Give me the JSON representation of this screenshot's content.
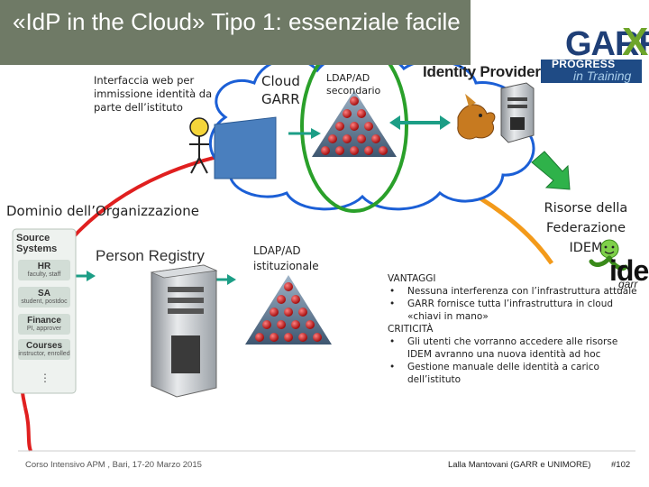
{
  "title": "«IdP in the Cloud» Tipo 1: essenziale facile",
  "labels": {
    "intro": "Interfaccia web per immissione identità da parte dell’istituto",
    "cloud_garr": "Cloud GARR",
    "ldap_secondary": "LDAP/AD secondario",
    "identity_provider": "Identity Provider",
    "domain": "Dominio dell’Organizzazione",
    "ldap_institutional": "LDAP/AD istituzionale",
    "federation_resources": "Risorse della Federazione IDEM",
    "person_registry": "Person Registry"
  },
  "logo": {
    "garr": "GARR",
    "garr_x": "X",
    "progress": "PROGRESS",
    "in_training": "in Training"
  },
  "idem_logo": {
    "text": "ide",
    "sub": "garr"
  },
  "source_systems": {
    "title": "Source Systems",
    "items": [
      {
        "name": "HR",
        "detail": "faculty, staff"
      },
      {
        "name": "SA",
        "detail": "student, postdoc"
      },
      {
        "name": "Finance",
        "detail": "PI, approver"
      },
      {
        "name": "Courses",
        "detail": "instructor, enrolled"
      }
    ],
    "more": "⋮"
  },
  "info": {
    "advantages_title": "VANTAGGI",
    "advantages": [
      "Nessuna interferenza con l’infrastruttura attuale",
      "GARR fornisce tutta l’infrastruttura in cloud «chiavi in mano»"
    ],
    "critical_title": "CRITICITÀ",
    "critical": [
      "Gli utenti che vorranno accedere alle risorse IDEM avranno una nuova identità ad hoc",
      "Gestione manuale delle identità a carico dell’istituto"
    ]
  },
  "footer": {
    "left": "Corso Intensivo APM , Bari, 17-20 Marzo 2015",
    "right": "Lalla Mantovani (GARR e UNIMORE)",
    "page": "#102"
  },
  "colors": {
    "title_bar": "#6f7a66",
    "cloud_outline": "#1b5fd6",
    "green_ring": "#2aa02a",
    "orange_arc": "#f39a1a",
    "red_arc": "#e01f1f",
    "arrow_teal": "#1c9e86",
    "arrow_green": "#2fb24a"
  }
}
